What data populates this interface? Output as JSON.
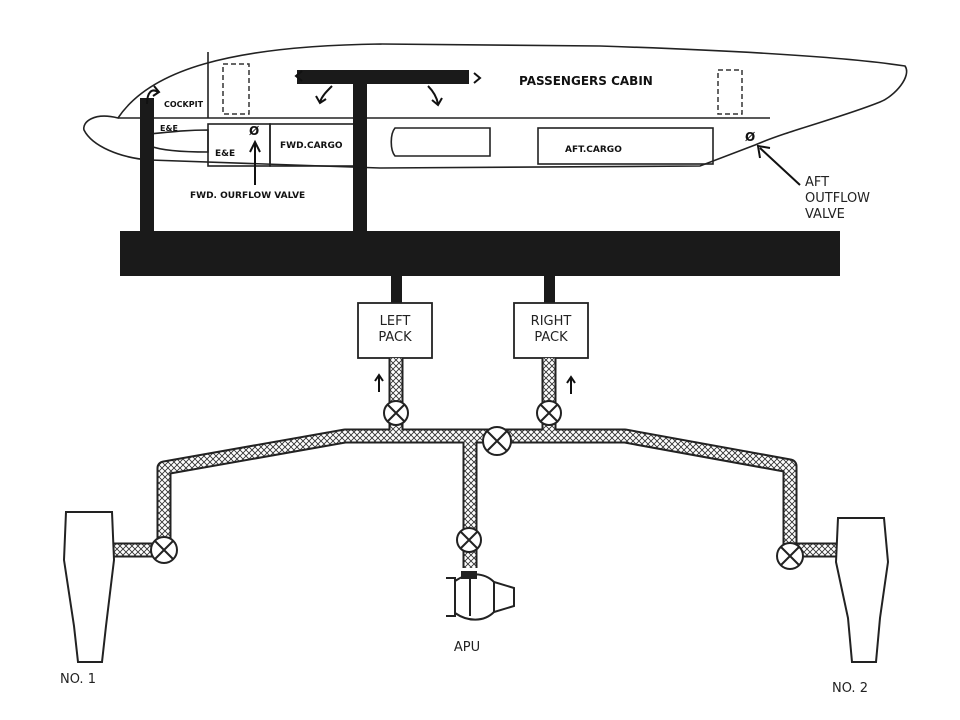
{
  "labels": {
    "passengers_cabin": "PASSENGERS CABIN",
    "cockpit": "COCKPIT",
    "ee_upper": "E&E",
    "ee_lower": "E&E",
    "fwd_cargo": "FWD.CARGO",
    "aft_cargo": "AFT.CARGO",
    "fwd_outflow_valve": "FWD. OURFLOW VALVE",
    "aft_outflow_valve": [
      "AFT",
      "OUTFLOW",
      "VALVE"
    ],
    "left_pack": [
      "LEFT",
      "PACK"
    ],
    "right_pack": [
      "RIGHT",
      "PACK"
    ],
    "apu": "APU",
    "engine_no1": "NO. 1",
    "engine_no2": "NO. 2"
  },
  "icons": {
    "outflow_valve_symbol": "Ø"
  }
}
